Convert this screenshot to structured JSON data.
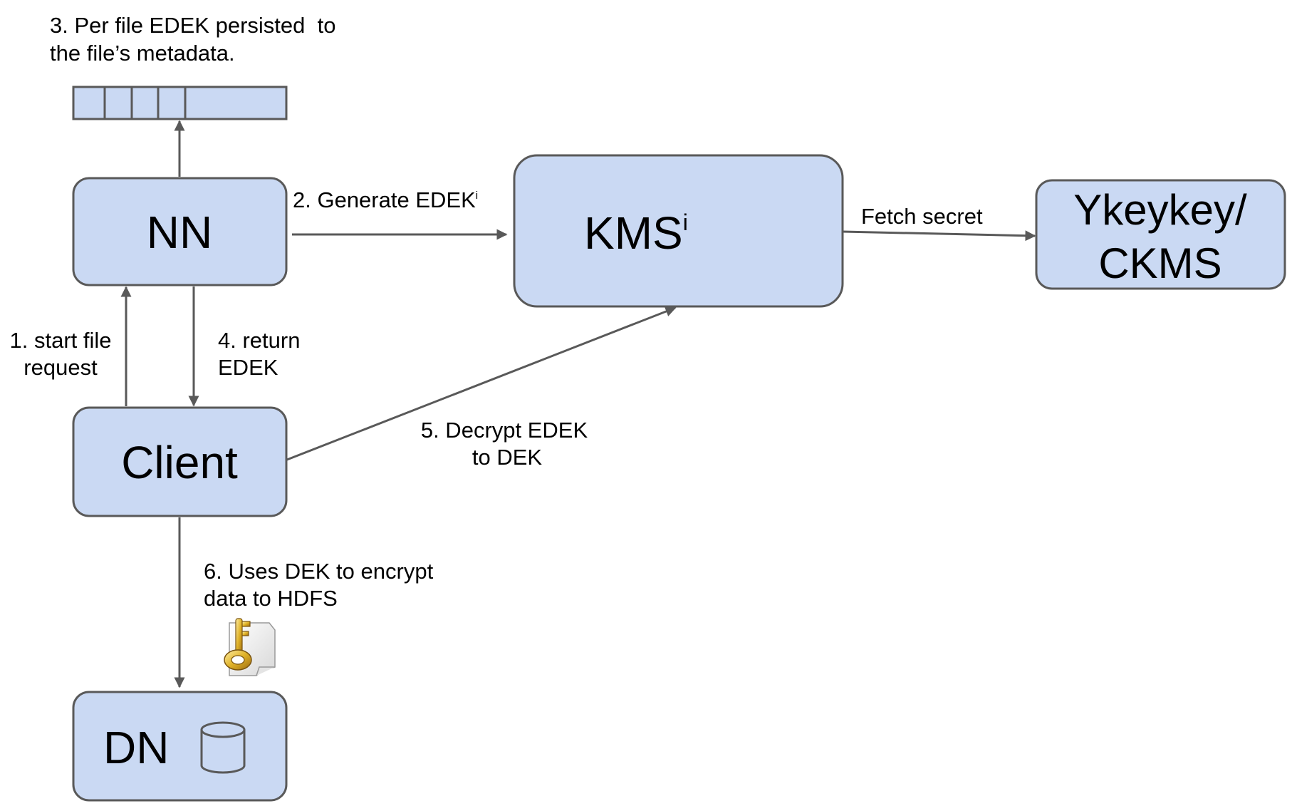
{
  "diagram": {
    "nodes": {
      "nn": {
        "label": "NN"
      },
      "kms": {
        "label": "KMS",
        "superscript": "i"
      },
      "ykeykey": {
        "label_line1": "Ykeykey/",
        "label_line2": "CKMS"
      },
      "client": {
        "label": "Client"
      },
      "dn": {
        "label": "DN",
        "icon": "database-cylinder-icon"
      }
    },
    "steps": {
      "step1": {
        "line1": "1. start file",
        "line2": "request"
      },
      "step2": {
        "text": "2. Generate EDEK",
        "superscript": "i"
      },
      "step3": {
        "line1": "3. Per file EDEK persisted  to",
        "line2": "the file’s metadata."
      },
      "step4": {
        "line1": "4. return",
        "line2": "EDEK"
      },
      "step5": {
        "line1": "5. Decrypt EDEK",
        "line2": "to DEK"
      },
      "step6": {
        "line1": "6. Uses DEK to encrypt",
        "line2": "data to HDFS",
        "icon": "key-document-icon"
      },
      "fetch": {
        "text": "Fetch secret"
      }
    },
    "colors": {
      "box_fill": "#cad9f3",
      "stroke": "#595959"
    }
  }
}
